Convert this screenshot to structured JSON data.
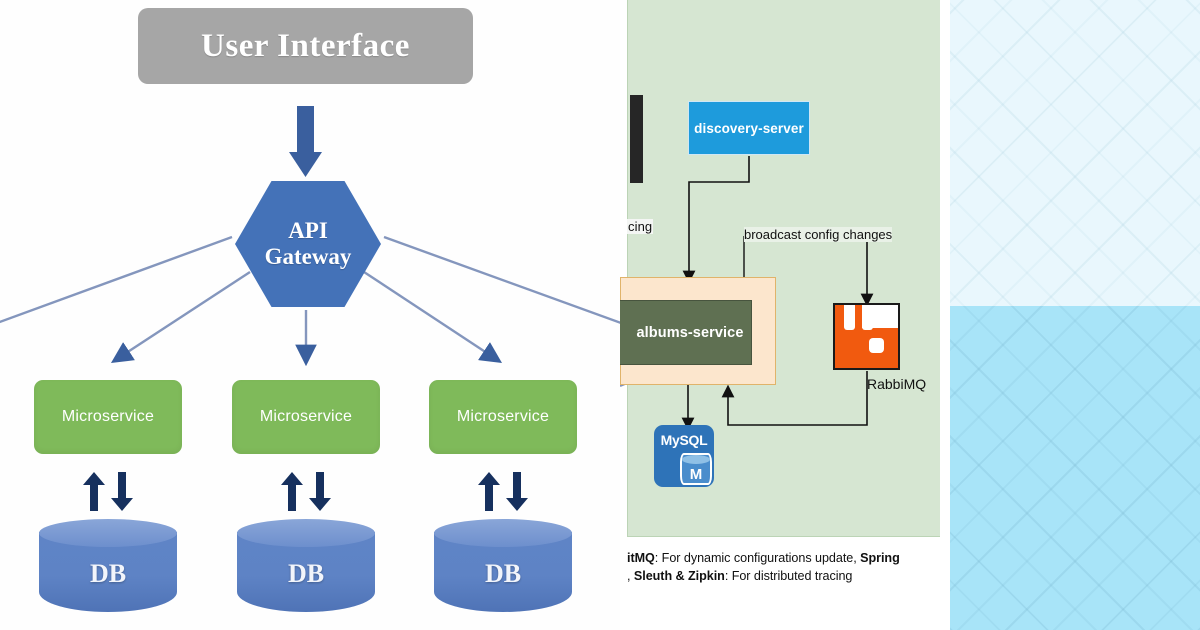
{
  "panels": {
    "left": {
      "name": "microservice-architecture-diagram",
      "ui_box": {
        "label": "User Interface"
      },
      "gateway": {
        "line1": "API",
        "line2": "Gateway"
      },
      "microservices": [
        {
          "label": "Microservice"
        },
        {
          "label": "Microservice"
        },
        {
          "label": "Microservice"
        }
      ],
      "databases": [
        {
          "label": "DB"
        },
        {
          "label": "DB"
        },
        {
          "label": "DB"
        }
      ]
    },
    "middle": {
      "name": "spring-cloud-diagram",
      "black_bar": {
        "label": ""
      },
      "partial_label_left": "cing",
      "discovery_server": {
        "label": "discovery-server"
      },
      "broadcast_label": "broadcast config changes",
      "albums_service": {
        "label": "albums-service"
      },
      "rabbitmq": {
        "label": "RabbiMQ"
      },
      "mysql": {
        "label": "MySQL",
        "cylinder_letter": "M"
      },
      "caption": {
        "line1_plain_a": "itMQ",
        "line1_rest": ": For dynamic configurations update, ",
        "line1_bold_tail": "Spring",
        "line2_lead": ", ",
        "line2_bold": "Sleuth & Zipkin",
        "line2_rest": ": For distributed tracing"
      }
    },
    "right": {
      "name": "blue-texture-panel",
      "top_band_color": "#daf2fc",
      "bottom_band_color": "#a8e4f8"
    }
  },
  "colors": {
    "ui_gray": "#a6a6a6",
    "gateway_blue": "#4472b8",
    "microservice_green": "#7fba5a",
    "db_blue": "#5f84c6",
    "arrow_navy": "#16305e",
    "line_blue": "#6c85b5",
    "canvas_green": "#d6e6d2",
    "discovery_blue": "#1e9bdc",
    "service_dark_green": "#5f7052",
    "service_peach": "#fce6cd",
    "rabbit_orange": "#f15a0f",
    "mysql_blue": "#2e73b8"
  }
}
